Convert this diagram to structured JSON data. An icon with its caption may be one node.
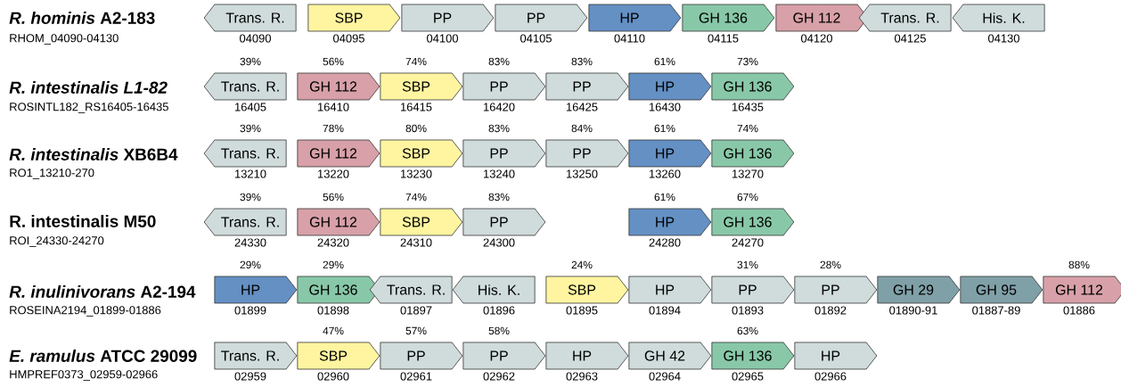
{
  "diagram": {
    "nodes": [
      {
        "text": [
          "Trans. R."
        ],
        "beside": [
          "04090"
        ]
      },
      {
        "text": [
          "SBP"
        ],
        "beside": [
          "04095"
        ]
      },
      {
        "text": [
          "PP"
        ],
        "beside": [
          "04100"
        ]
      },
      {
        "text": [
          "PP"
        ],
        "beside": [
          "04105"
        ]
      },
      {
        "text": [
          "HP"
        ],
        "beside": [
          "04110"
        ]
      },
      {
        "text": [
          "GH 136"
        ],
        "beside": [
          "04115"
        ]
      },
      {
        "text": [
          "GH 112"
        ],
        "beside": [
          "04120"
        ]
      },
      {
        "text": [
          "Trans. R."
        ],
        "beside": [
          "04125"
        ]
      },
      {
        "text": [
          "His. K."
        ],
        "beside": [
          "04130"
        ]
      },
      {
        "text": [
          "Trans. R."
        ],
        "beside": [
          "39%",
          "16405"
        ]
      },
      {
        "text": [
          "GH 112"
        ],
        "beside": [
          "56%",
          "16410"
        ]
      },
      {
        "text": [
          "SBP"
        ],
        "beside": [
          "74%",
          "16415"
        ]
      },
      {
        "text": [
          "PP"
        ],
        "beside": [
          "83%",
          "16420"
        ]
      },
      {
        "text": [
          "PP"
        ],
        "beside": [
          "83%",
          "16425"
        ]
      },
      {
        "text": [
          "HP"
        ],
        "beside": [
          "61%",
          "16430"
        ]
      },
      {
        "text": [
          "GH 136"
        ],
        "beside": [
          "73%",
          "16435"
        ]
      },
      {
        "text": [
          "Trans. R."
        ],
        "beside": [
          "39%",
          "13210"
        ]
      },
      {
        "text": [
          "GH 112"
        ],
        "beside": [
          "78%",
          "13220"
        ]
      },
      {
        "text": [
          "SBP"
        ],
        "beside": [
          "80%",
          "13230"
        ]
      },
      {
        "text": [
          "PP"
        ],
        "beside": [
          "83%",
          "13240"
        ]
      },
      {
        "text": [
          "PP"
        ],
        "beside": [
          "84%",
          "13250"
        ]
      },
      {
        "text": [
          "HP"
        ],
        "beside": [
          "61%",
          "13260"
        ]
      },
      {
        "text": [
          "GH 136"
        ],
        "beside": [
          "74%",
          "13270"
        ]
      },
      {
        "text": [
          "Trans. R."
        ],
        "beside": [
          "39%",
          "24330"
        ]
      },
      {
        "text": [
          "GH 112"
        ],
        "beside": [
          "56%",
          "24320"
        ]
      },
      {
        "text": [
          "SBP"
        ],
        "beside": [
          "74%",
          "24310"
        ]
      },
      {
        "text": [
          "PP"
        ],
        "beside": [
          "83%",
          "24300"
        ]
      },
      {
        "text": [
          "HP"
        ],
        "beside": [
          "61%",
          "24280"
        ]
      },
      {
        "text": [
          "GH 136"
        ],
        "beside": [
          "67%",
          "24270"
        ]
      },
      {
        "text": [
          "HP"
        ],
        "beside": [
          "29%",
          "01899"
        ]
      },
      {
        "text": [
          "GH 136"
        ],
        "beside": [
          "29%",
          "01898"
        ]
      },
      {
        "text": [
          "Trans. R."
        ],
        "beside": [
          "01897"
        ]
      },
      {
        "text": [
          "His. K."
        ],
        "beside": [
          "01896"
        ]
      },
      {
        "text": [
          "SBP"
        ],
        "beside": [
          "24%",
          "01895"
        ]
      },
      {
        "text": [
          "HP"
        ],
        "beside": [
          "01894"
        ]
      },
      {
        "text": [
          "PP"
        ],
        "beside": [
          "31%",
          "01893"
        ]
      },
      {
        "text": [
          "PP"
        ],
        "beside": [
          "28%",
          "01892"
        ]
      },
      {
        "text": [
          "GH 29"
        ],
        "beside": [
          "01890-91"
        ]
      },
      {
        "text": [
          "GH 95"
        ],
        "beside": [
          "01887-89"
        ]
      },
      {
        "text": [
          "GH 112"
        ],
        "beside": [
          "88%",
          "01886"
        ]
      },
      {
        "text": [
          "Trans. R."
        ],
        "beside": [
          "02959"
        ]
      },
      {
        "text": [
          "SBP"
        ],
        "beside": [
          "47%",
          "02960"
        ]
      },
      {
        "text": [
          "PP"
        ],
        "beside": [
          "57%",
          "02961"
        ]
      },
      {
        "text": [
          "PP"
        ],
        "beside": [
          "58%",
          "02962"
        ]
      },
      {
        "text": [
          "HP"
        ],
        "beside": [
          "02963"
        ]
      },
      {
        "text": [
          "GH 42"
        ],
        "beside": [
          "02964"
        ]
      },
      {
        "text": [
          "GH 136"
        ],
        "beside": [
          "63%",
          "02965"
        ]
      },
      {
        "text": [
          "HP"
        ],
        "beside": [
          "02966"
        ]
      }
    ],
    "labels": [
      "*R. hominis* A2-183",
      "RHOM_04090-04130",
      "R. intestinalis L1-82",
      "ROSINTL182_RS16405-16435",
      "*R. intestinalis* XB6B4",
      "RO1_13210-270",
      "R. intestinalis M50",
      "ROI_24330-24270",
      "*R. inulinivorans* A2-194",
      "ROSEINA2194_01899-01886",
      "*E. ramulus* ATCC 29099",
      "HMPREF0373_02959-02966"
    ]
  }
}
